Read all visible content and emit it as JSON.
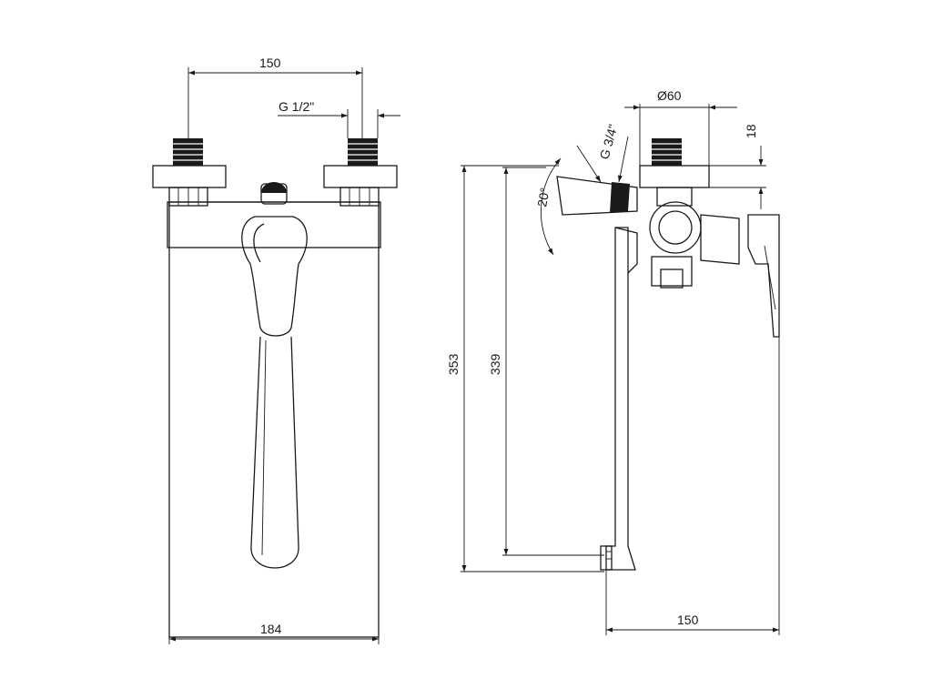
{
  "dimensions": {
    "front_spacing": "150",
    "front_thread": "G 1/2\"",
    "front_width": "184",
    "side_height_total": "353",
    "side_height_spout": "339",
    "side_thread": "G 3/4\"",
    "side_angle": "20°",
    "side_diameter": "Ø60",
    "side_depth_top": "18",
    "side_projection": "150"
  }
}
